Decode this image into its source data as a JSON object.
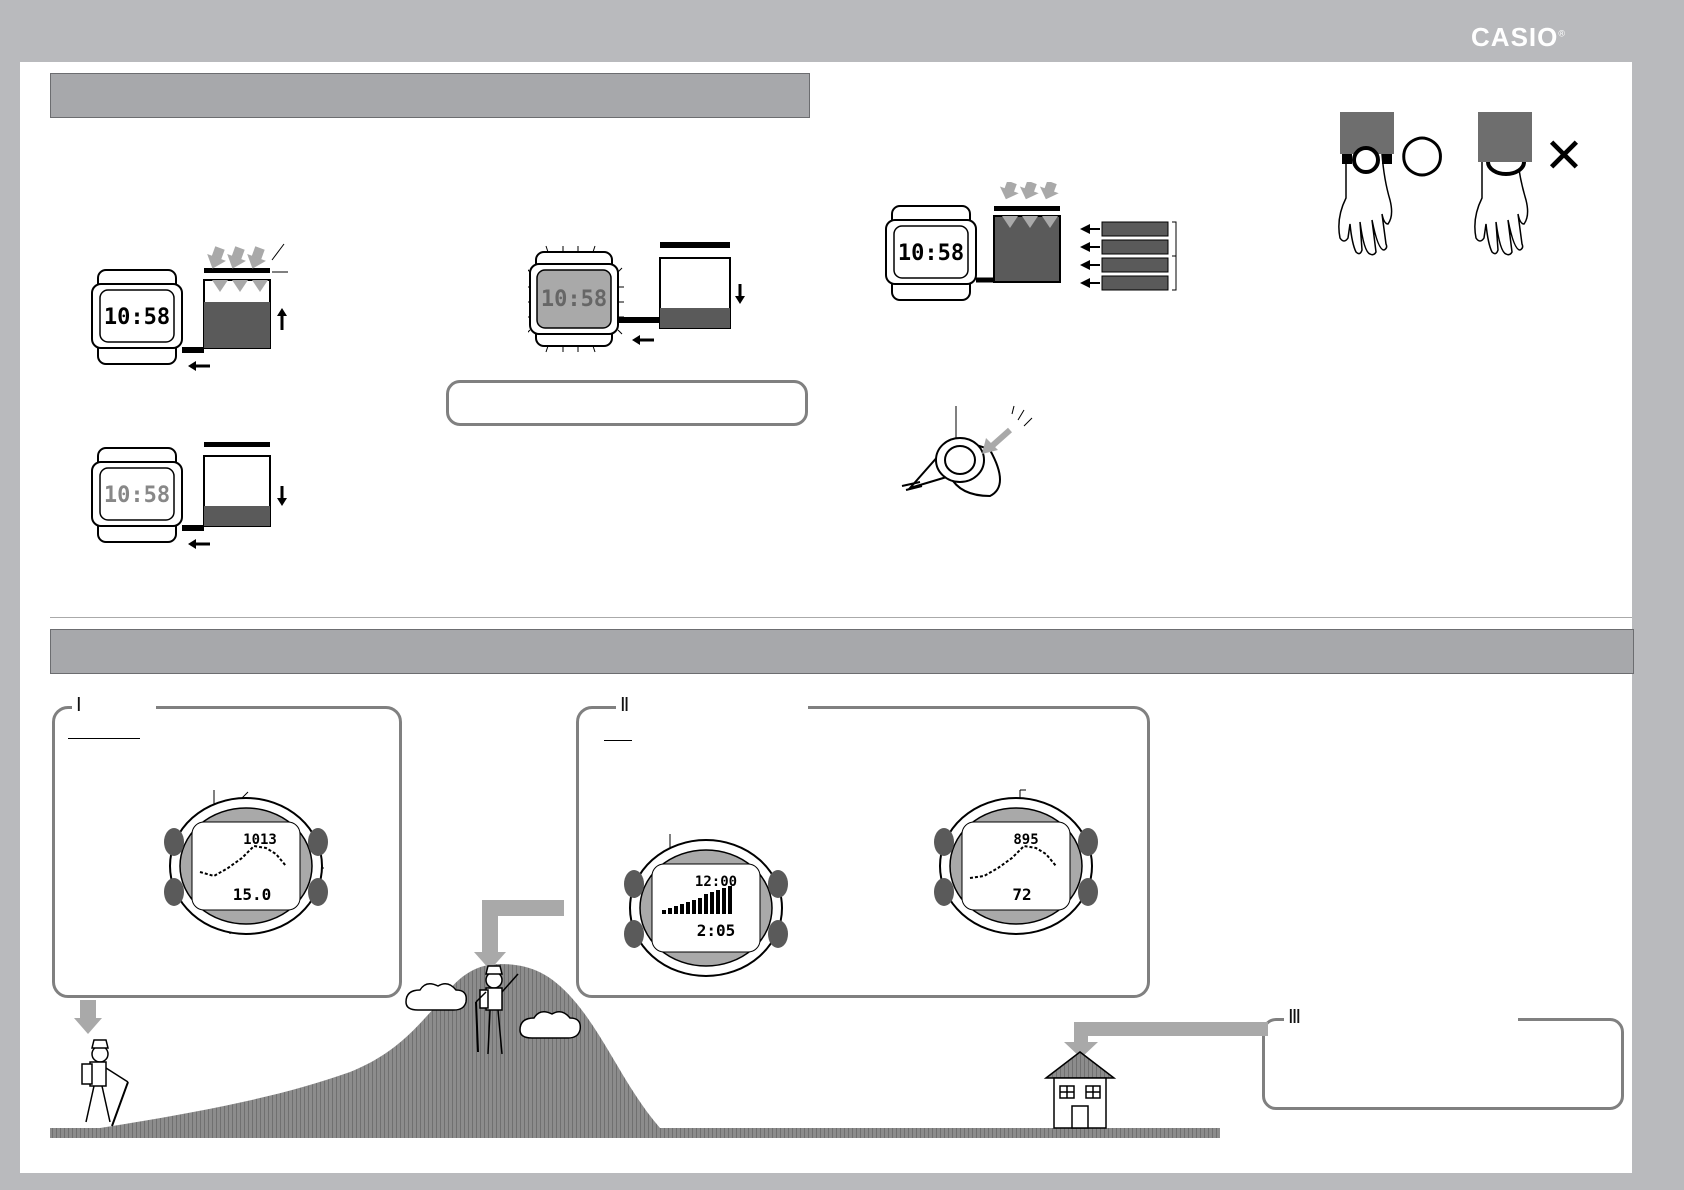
{
  "brand": {
    "logo": "CASIO",
    "mark": "®"
  },
  "section_labels": {
    "phase1": "Ⅰ",
    "phase2": "Ⅱ",
    "phase3": "Ⅲ"
  },
  "watch_time": "10:58",
  "readouts": {
    "phase1_top": "1013",
    "phase1_bottom": "15.0",
    "phase2_top": "12:00",
    "phase2_bottom": "2:05",
    "phase2b_top": "895",
    "phase2b_bottom": "72"
  },
  "symbols": {
    "ok": "○",
    "ng": "✕"
  },
  "colors": {
    "header_bar": "#a7a8ab",
    "dark_fill": "#5a5a5a",
    "arrow_gray": "#a9a9a9",
    "frame": "#808080"
  }
}
